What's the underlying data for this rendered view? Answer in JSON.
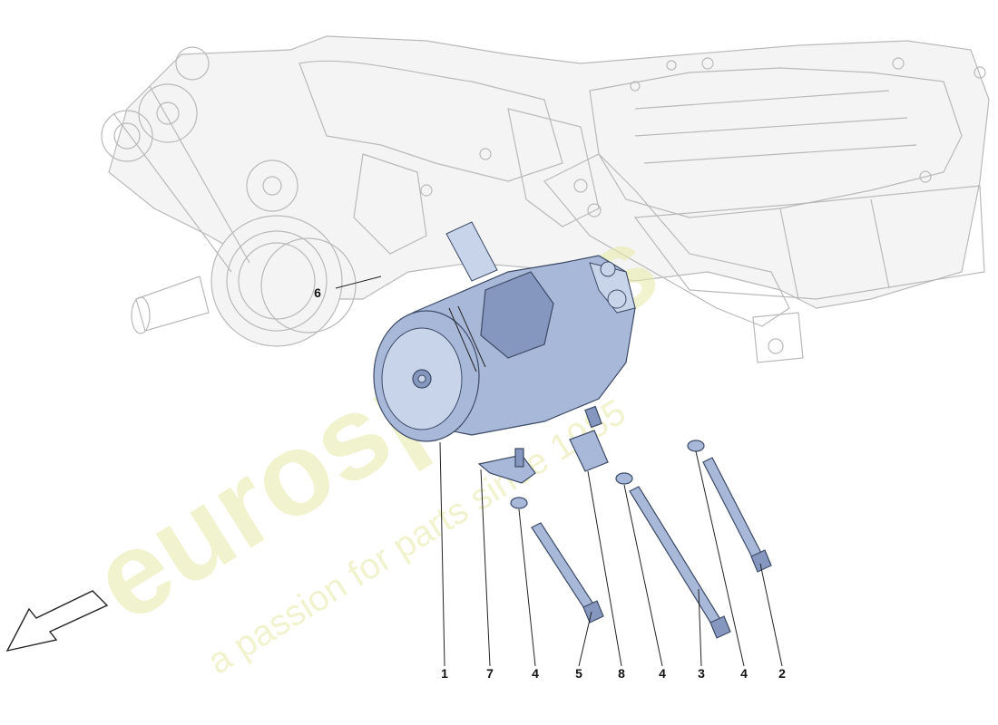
{
  "watermark": {
    "brand": "eurospares",
    "tagline": "a passion for parts since 1985"
  },
  "callouts": [
    {
      "id": "compressor",
      "label": "1"
    },
    {
      "id": "pulley",
      "label": "6"
    },
    {
      "id": "bracket",
      "label": "7"
    },
    {
      "id": "washer-left",
      "label": "4"
    },
    {
      "id": "bolt-short",
      "label": "5"
    },
    {
      "id": "spacer",
      "label": "8"
    },
    {
      "id": "washer-middle",
      "label": "4"
    },
    {
      "id": "bolt-long",
      "label": "3"
    },
    {
      "id": "washer-right",
      "label": "4"
    },
    {
      "id": "bolt-right",
      "label": "2"
    }
  ],
  "colors": {
    "part": "#a8b8d8",
    "outline": "#3c4a66",
    "engine_line": "#b9b9b9",
    "watermark": "#e9ecae"
  },
  "icons": {
    "direction": "front-direction-arrow-icon"
  }
}
